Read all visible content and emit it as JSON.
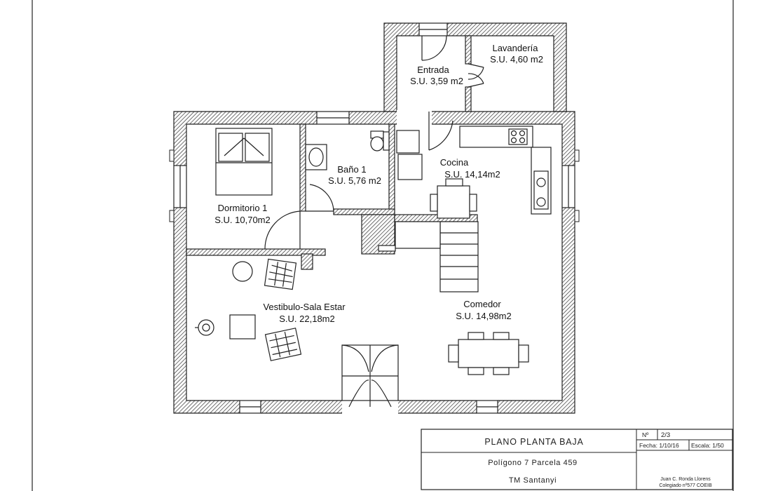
{
  "rooms": {
    "lavanderia": {
      "name": "Lavandería",
      "area": "S.U. 4,60 m2"
    },
    "entrada": {
      "name": "Entrada",
      "area": "S.U. 3,59 m2"
    },
    "bano": {
      "name": "Baño 1",
      "area": "S.U. 5,76 m2"
    },
    "cocina": {
      "name": "Cocina",
      "area": "S.U. 14,14m2"
    },
    "dormitorio": {
      "name": "Dormitorio 1",
      "area": "S.U. 10,70m2"
    },
    "vestibulo": {
      "name": "Vestibulo-Sala Estar",
      "area": "S.U. 22,18m2"
    },
    "comedor": {
      "name": "Comedor",
      "area": "S.U. 14,98m2"
    }
  },
  "title_block": {
    "title": "PLANO  PLANTA  BAJA",
    "subtitle": "Polígono  7  Parcela  459",
    "place": "TM  Santanyi",
    "number_label": "Nº",
    "number_value": "2/3",
    "date": "Fecha: 1/10/16",
    "scale": "Escala: 1/50",
    "author": "Juan C. Ronda Llorens",
    "college": "Colegiado nº577 COEIB"
  }
}
